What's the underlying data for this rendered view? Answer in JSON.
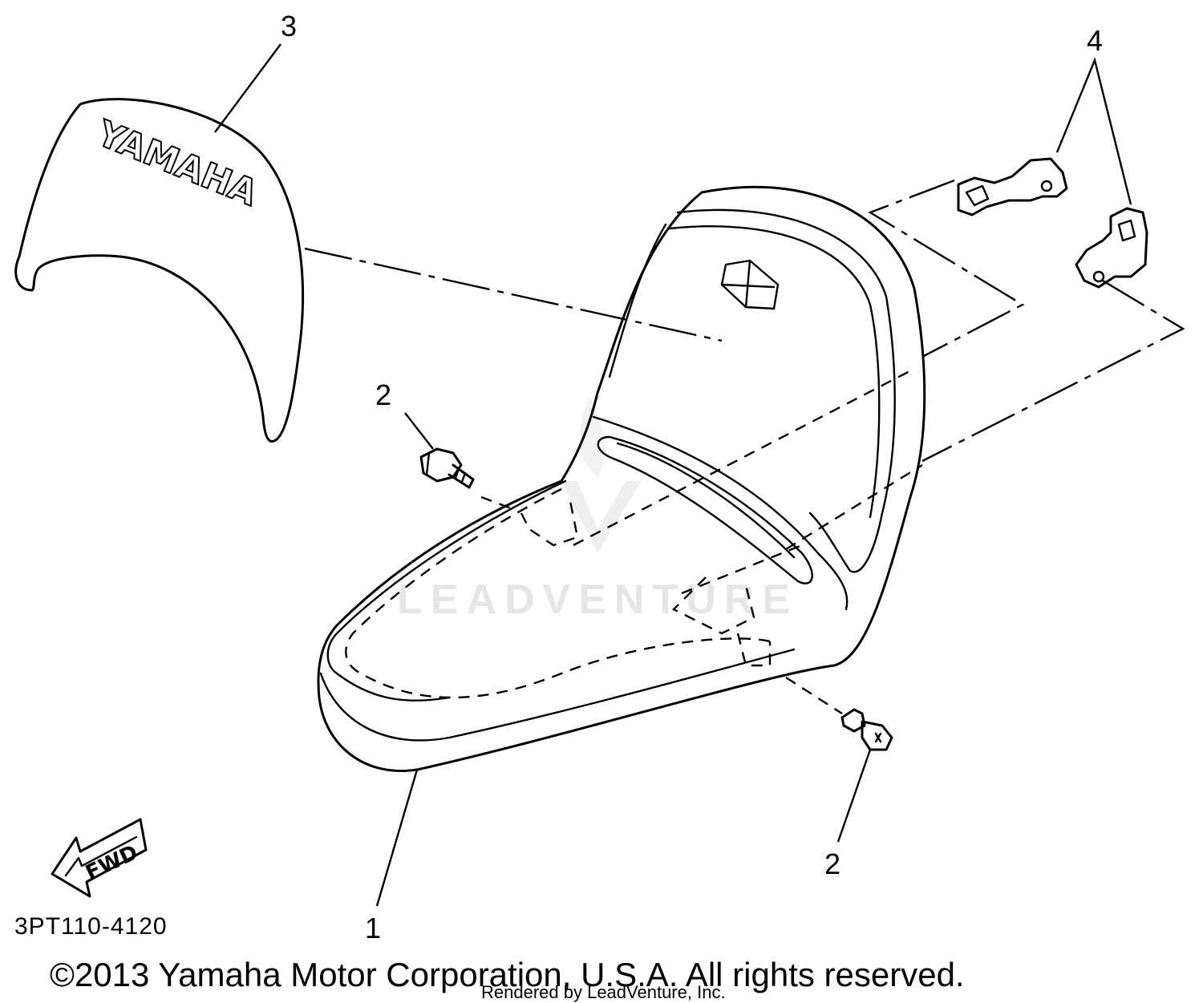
{
  "diagram": {
    "part_number": "3PT110-4120",
    "brand_text": "YAMAHA",
    "fwd_label": "FWD",
    "watermark": "LEADVENTURE",
    "copyright": "©2013 Yamaha Motor Corporation, U.S.A. All rights reserved.",
    "rendered_by": "Rendered by LeadVenture, Inc.",
    "callouts": {
      "seat": "1",
      "bolt_left": "2",
      "bolt_right": "2",
      "seat_cover": "3",
      "brackets": "4"
    }
  }
}
